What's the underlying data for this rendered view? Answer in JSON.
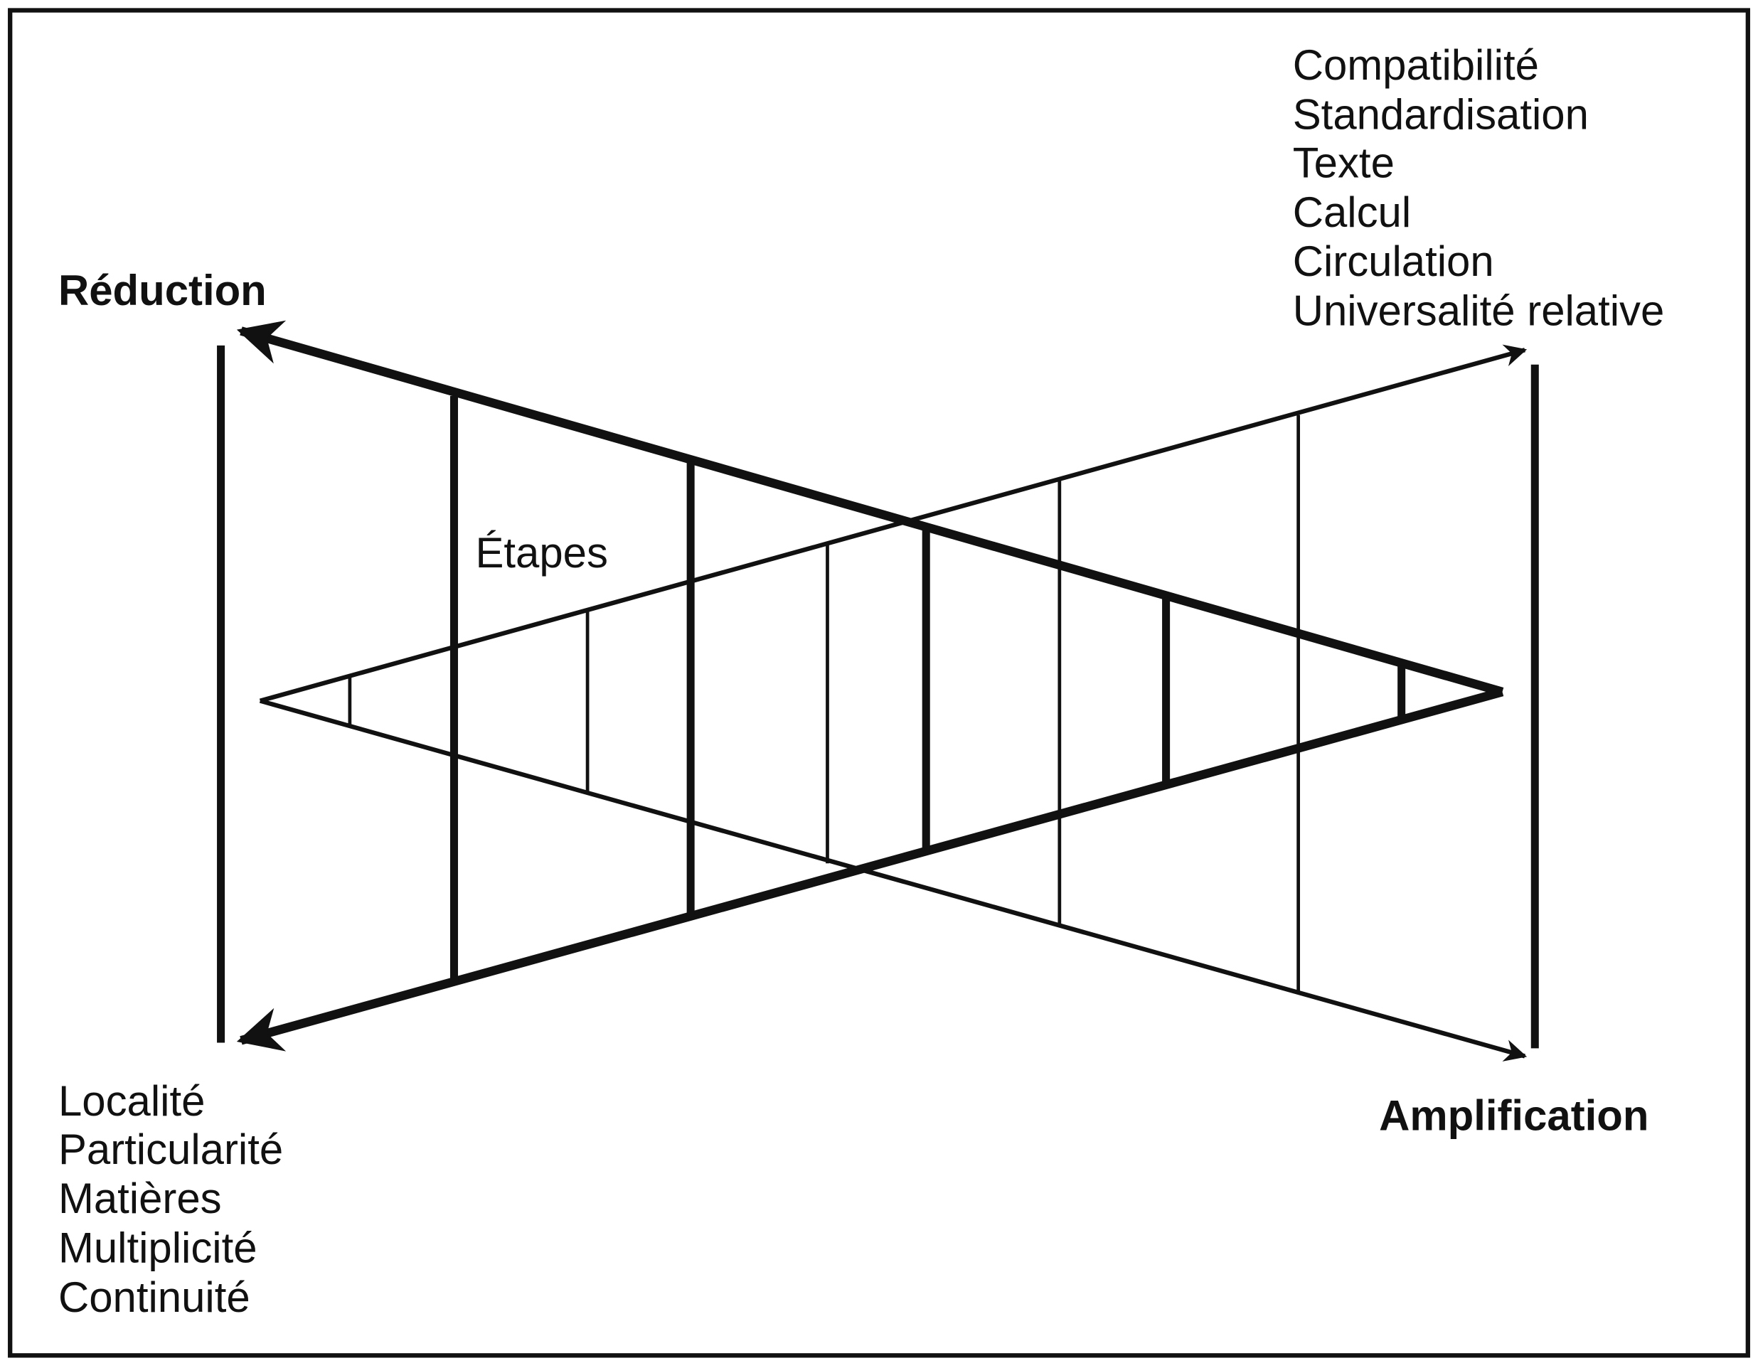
{
  "diagram": {
    "axes": {
      "reduction_label": "Réduction",
      "amplification_label": "Amplification",
      "steps_label": "Étapes"
    },
    "amplification_gains": [
      "Compatibilité",
      "Standardisation",
      "Texte",
      "Calcul",
      "Circulation",
      "Universalité relative"
    ],
    "reduction_losses": [
      "Localité",
      "Particularité",
      "Matières",
      "Multiplicité",
      "Continuité"
    ],
    "colors": {
      "ink": "#111111",
      "background": "#ffffff"
    }
  }
}
